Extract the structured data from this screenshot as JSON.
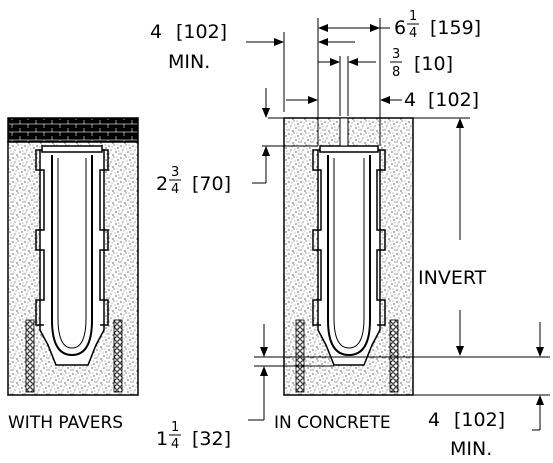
{
  "dimensions": {
    "min_side_top": {
      "value": "4",
      "metric": "[102]",
      "suffix": "MIN."
    },
    "overall_width": {
      "whole": "6",
      "num": "1",
      "den": "4",
      "metric": "[159]"
    },
    "slot_width": {
      "num": "3",
      "den": "8",
      "metric": "[10]"
    },
    "wall_offset": {
      "value": "4",
      "metric": "[102]"
    },
    "top_depth": {
      "whole": "2",
      "num": "3",
      "den": "4",
      "metric": "[70]"
    },
    "invert_label": "INVERT",
    "bottom_depth": {
      "whole": "1",
      "num": "1",
      "den": "4",
      "metric": "[32]"
    },
    "min_bottom": {
      "value": "4",
      "metric": "[102]",
      "suffix": "MIN."
    }
  },
  "views": {
    "left_caption": "WITH PAVERS",
    "right_caption": "IN CONCRETE"
  },
  "colors": {
    "ink": "#000000",
    "background": "#ffffff"
  }
}
